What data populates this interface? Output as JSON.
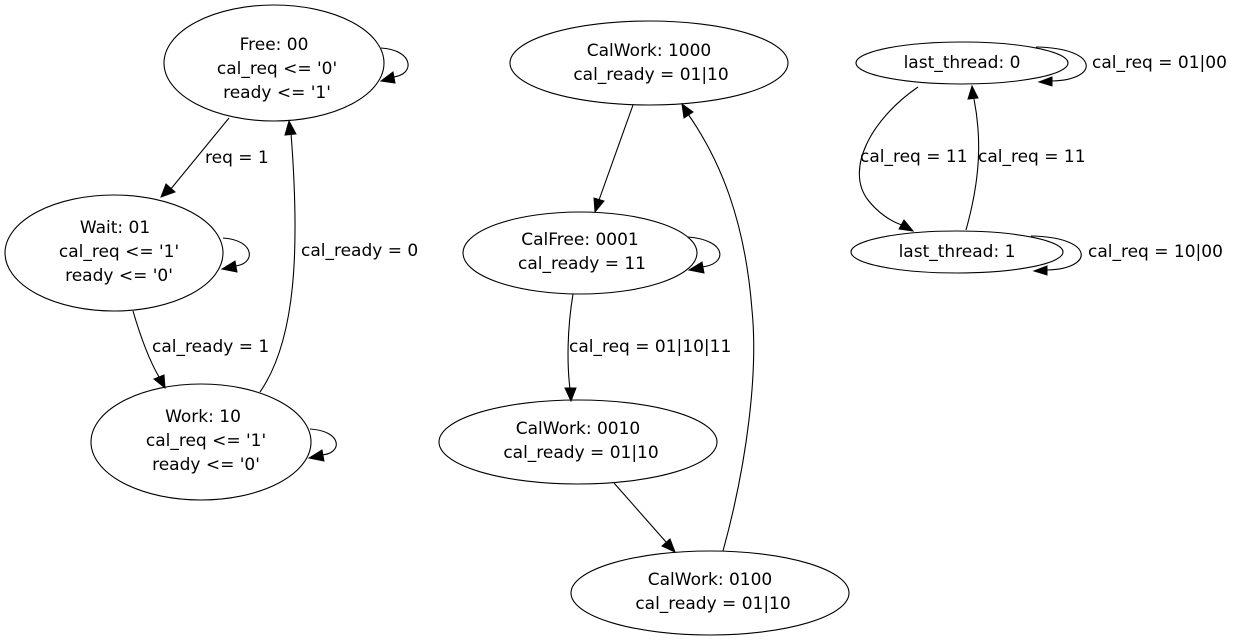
{
  "diagram": {
    "title": "",
    "type": "state-machine",
    "stroke_color": "#000000",
    "background_color": "#ffffff",
    "subgraphs": [
      {
        "id": "fsm-main",
        "nodes": [
          {
            "id": "free",
            "lines": [
              "Free: 00",
              "cal_req <= '0'",
              "ready <= '1'"
            ]
          },
          {
            "id": "wait",
            "lines": [
              "Wait: 01",
              "cal_req <= '1'",
              "ready <= '0'"
            ]
          },
          {
            "id": "work",
            "lines": [
              "Work: 10",
              "cal_req <= '1'",
              "ready <= '0'"
            ]
          }
        ],
        "edges": [
          {
            "id": "free-self",
            "from": "free",
            "to": "free",
            "label": ""
          },
          {
            "id": "free-wait",
            "from": "free",
            "to": "wait",
            "label": "req = 1"
          },
          {
            "id": "wait-self",
            "from": "wait",
            "to": "wait",
            "label": ""
          },
          {
            "id": "wait-work",
            "from": "wait",
            "to": "work",
            "label": "cal_ready = 1"
          },
          {
            "id": "work-self",
            "from": "work",
            "to": "work",
            "label": ""
          },
          {
            "id": "work-free",
            "from": "work",
            "to": "free",
            "label": "cal_ready = 0"
          }
        ]
      },
      {
        "id": "fsm-cal",
        "nodes": [
          {
            "id": "calwork1000",
            "lines": [
              "CalWork: 1000",
              "cal_ready = 01|10"
            ]
          },
          {
            "id": "calfree0001",
            "lines": [
              "CalFree: 0001",
              "cal_ready = 11"
            ]
          },
          {
            "id": "calwork0010",
            "lines": [
              "CalWork: 0010",
              "cal_ready = 01|10"
            ]
          },
          {
            "id": "calwork0100",
            "lines": [
              "CalWork: 0100",
              "cal_ready = 01|10"
            ]
          }
        ],
        "edges": [
          {
            "id": "cw1000-cf0001",
            "from": "calwork1000",
            "to": "calfree0001",
            "label": ""
          },
          {
            "id": "cf0001-self",
            "from": "calfree0001",
            "to": "calfree0001",
            "label": ""
          },
          {
            "id": "cf0001-cw0010",
            "from": "calfree0001",
            "to": "calwork0010",
            "label": "cal_req = 01|10|11"
          },
          {
            "id": "cw0010-cw0100",
            "from": "calwork0010",
            "to": "calwork0100",
            "label": ""
          },
          {
            "id": "cw0100-cw1000",
            "from": "calwork0100",
            "to": "calwork1000",
            "label": ""
          }
        ]
      },
      {
        "id": "fsm-thread",
        "nodes": [
          {
            "id": "lt0",
            "lines": [
              "last_thread: 0"
            ]
          },
          {
            "id": "lt1",
            "lines": [
              "last_thread: 1"
            ]
          }
        ],
        "edges": [
          {
            "id": "lt0-self",
            "from": "lt0",
            "to": "lt0",
            "label": "cal_req = 01|00"
          },
          {
            "id": "lt0-lt1",
            "from": "lt0",
            "to": "lt1",
            "label": "cal_req = 11"
          },
          {
            "id": "lt1-lt0",
            "from": "lt1",
            "to": "lt0",
            "label": "cal_req = 11"
          },
          {
            "id": "lt1-self",
            "from": "lt1",
            "to": "lt1",
            "label": "cal_req = 10|00"
          }
        ]
      }
    ]
  }
}
